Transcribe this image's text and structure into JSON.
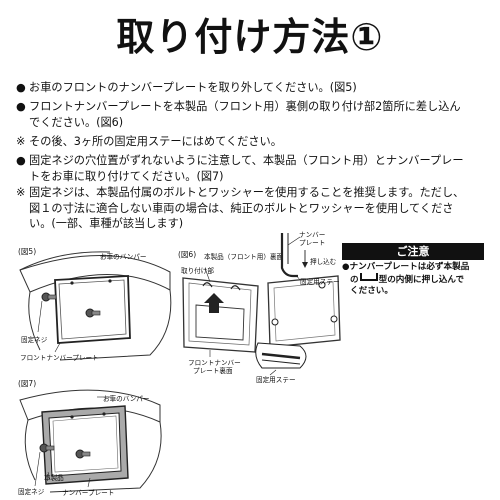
{
  "title": "取り付け方法①",
  "instructions": {
    "bullet_mark": "●",
    "note_mark": "※",
    "items": [
      {
        "lines": [
          "お車のフロントのナンバープレートを取り外してください。(図5)"
        ]
      },
      {
        "lines": [
          "フロントナンバープレートを本製品（フロント用）裏側の取り付け部2箇所に差し込ん",
          "でください。(図6)"
        ]
      },
      {
        "lines": [
          "その後、3ヶ所の固定用ステーにはめてください。"
        ]
      },
      {
        "lines": [
          "固定ネジの穴位置がずれないように注意して、本製品（フロント用）とナンバープレー",
          "トをお車に取り付けてください。(図7)"
        ]
      },
      {
        "lines": [
          "固定ネジは、本製品付属のボルトとワッシャーを使用することを推奨します。ただし、",
          "図１の寸法に適合しない車両の場合は、純正のボルトとワッシャーを使用してくださ",
          "い。(一部、車種が該当します)"
        ]
      }
    ]
  },
  "caution": {
    "heading": "ご注意",
    "lines": [
      "ナンバープレートは必ず本製品",
      "の",
      "型の内側に押し込んで",
      "ください。"
    ]
  },
  "figures": {
    "fig5": {
      "tag": "(図5)",
      "bumper_label": "お車のバンパー",
      "screw_label": "固定ネジ",
      "plate_label": "フロントナンバープレート"
    },
    "fig6": {
      "tag": "(図6)",
      "back_label": "本製品（フロント用）裏面",
      "mount_label": "取り付け部",
      "plate_back_label_1": "フロントナンバー",
      "plate_back_label_2": "プレート裏面",
      "detail_plate_label_1": "ナンバー",
      "detail_plate_label_2": "プレート",
      "push_label": "押し込む",
      "stay_label": "固定用ステー",
      "stay_label_2": "固定用ステー"
    },
    "fig7": {
      "tag": "(図7)",
      "bumper_label": "お車のバンパー",
      "product_label": "本製品",
      "screw_label": "固定ネジ",
      "plate_label": "ナンバープレート"
    }
  }
}
